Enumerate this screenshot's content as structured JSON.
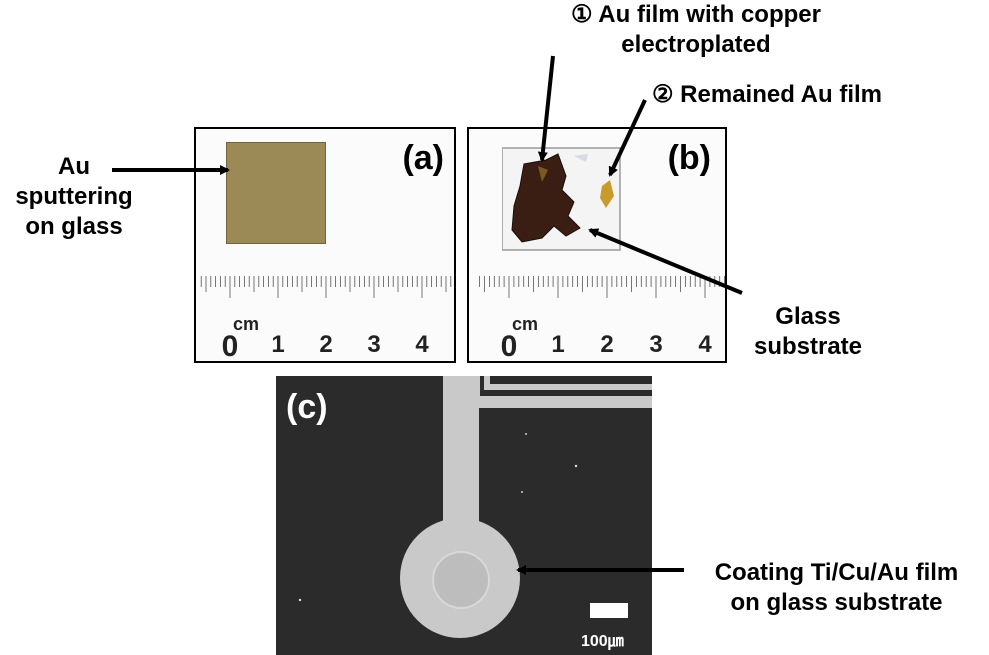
{
  "labels": {
    "au_sputtering": [
      "Au",
      "sputtering",
      "on glass"
    ],
    "au_copper": [
      "① Au film with copper",
      "electroplated"
    ],
    "remained": "② Remained Au film",
    "glass_substrate": [
      "Glass",
      "substrate"
    ],
    "coating": [
      "Coating Ti/Cu/Au film",
      "on glass substrate"
    ]
  },
  "panels": {
    "a": {
      "tag": "(a)",
      "ruler_unit": "cm",
      "ruler_numbers": [
        "0",
        "1",
        "2",
        "3",
        "4"
      ]
    },
    "b": {
      "tag": "(b)",
      "ruler_unit": "cm",
      "ruler_numbers": [
        "0",
        "1",
        "2",
        "3",
        "4"
      ]
    },
    "c": {
      "tag": "(c)",
      "scale_bar": "100㎛"
    }
  },
  "colors": {
    "gold_film": "#9b8a55",
    "copper_film": "#3a1e14",
    "sem_background": "#2b2b2b",
    "sem_trace": "#c9c9c9"
  }
}
